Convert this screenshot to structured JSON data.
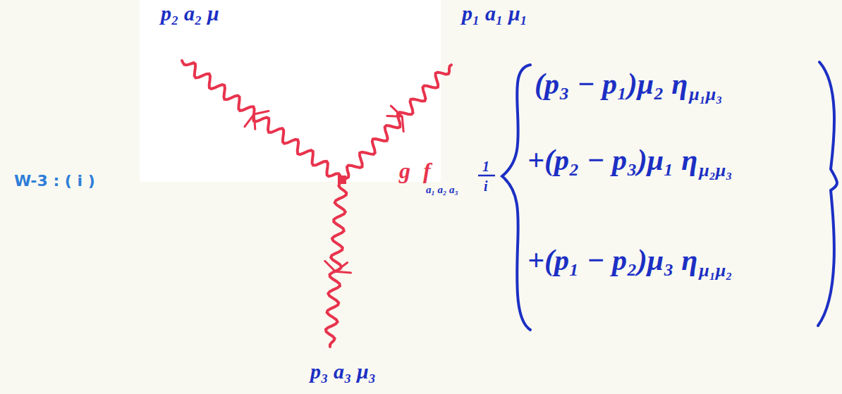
{
  "diagram": {
    "labels": [
      "p₂ a₂ μ",
      "p₁ a₁ μ₁",
      "p₃ a₃ μ₃",
      "W-3 : ( i )",
      "g",
      "f",
      "a₁ a₂ a₃",
      "1",
      "i",
      "(p₃ − p₁)μ₂ η",
      "μ₁μ₃",
      "+(p₂ − p₃)μ₁ η",
      "μ₂μ₃",
      "+(p₁ − p₂)μ₃ η",
      "μ₁μ₂"
    ]
  }
}
